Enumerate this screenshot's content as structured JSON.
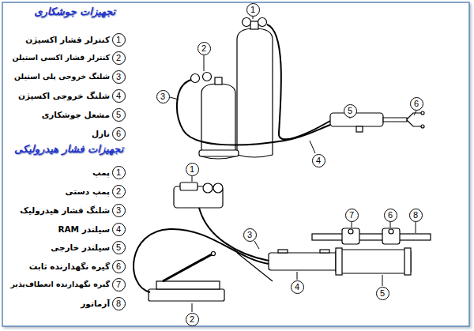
{
  "diagram": {
    "nodes": [
      {
        "text": [
          "1"
        ]
      },
      {
        "text": [
          "2"
        ]
      },
      {
        "text": [
          "3"
        ]
      },
      {
        "text": [
          "4"
        ]
      },
      {
        "text": [
          "5"
        ]
      },
      {
        "text": [
          "6"
        ]
      },
      {
        "text": [
          "1"
        ]
      },
      {
        "text": [
          "2"
        ]
      },
      {
        "text": [
          "3"
        ]
      },
      {
        "text": [
          "4"
        ]
      },
      {
        "text": [
          "5"
        ]
      },
      {
        "text": [
          "6"
        ]
      },
      {
        "text": [
          "1"
        ]
      },
      {
        "text": [
          "2"
        ]
      },
      {
        "text": [
          "3"
        ]
      },
      {
        "text": [
          "4"
        ]
      },
      {
        "text": [
          "5"
        ]
      },
      {
        "text": [
          "6"
        ]
      },
      {
        "text": [
          "7"
        ]
      },
      {
        "text": [
          "8"
        ]
      },
      {
        "text": [
          "1"
        ]
      },
      {
        "text": [
          "2"
        ]
      },
      {
        "text": [
          "3"
        ]
      },
      {
        "text": [
          "4"
        ]
      },
      {
        "text": [
          "5"
        ]
      },
      {
        "text": [
          "6"
        ]
      },
      {
        "text": [
          "7"
        ]
      },
      {
        "text": [
          "8"
        ]
      }
    ],
    "labels": [
      "تجهیزات جوشکاری",
      "کنترلر فشار اکسیژن",
      "کنترلر فشار اکسی استیلن",
      "شلنگ خروجی پلی استیلن",
      "شلنگ خروجی اکسیژن",
      "مشعل جوشکاری",
      "نازل",
      "تجهیزات فشار هیدرولیکی",
      "پمپ",
      "پمپ دستی",
      "شلنگ فشار هیدرولیک",
      "سیلندر RAM",
      "سیلندر خارجی",
      "گیره نگهدارنده ثابت",
      "گیره نگهدارنده انعطاف‌پذیر",
      "آرماتور"
    ]
  }
}
